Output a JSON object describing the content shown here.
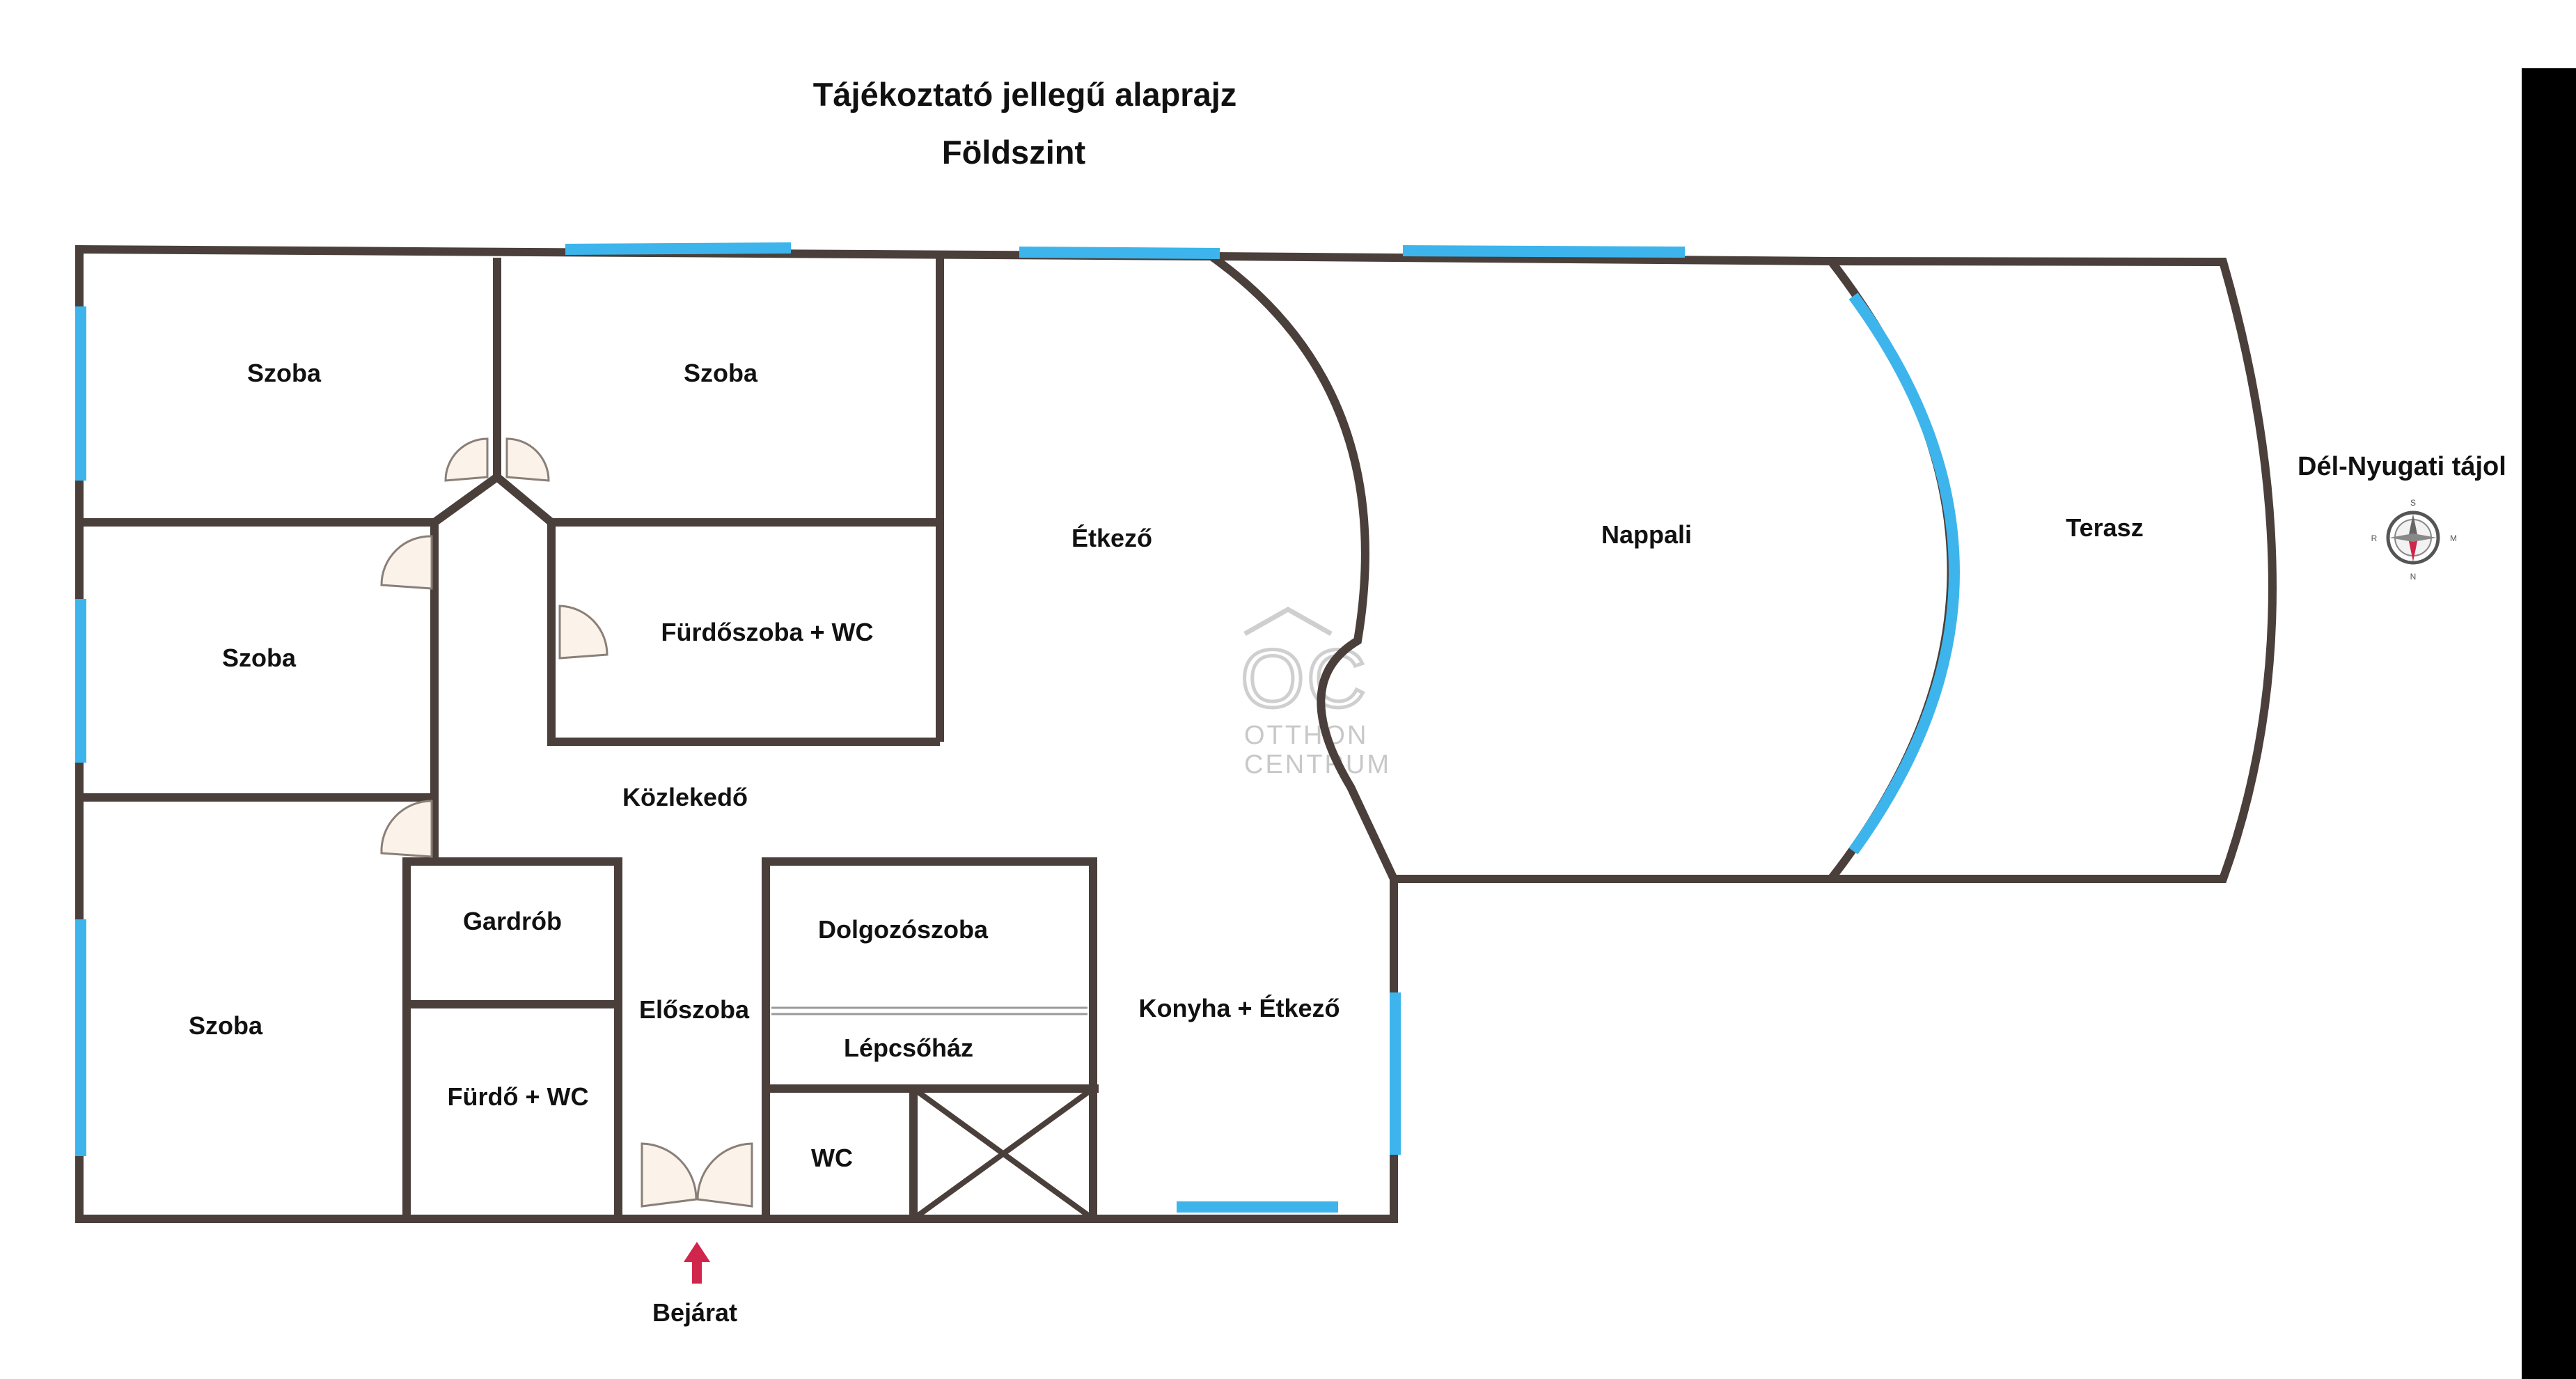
{
  "header": {
    "title": "Tájékoztató jellegű alaprajz",
    "level": "Földszint"
  },
  "rooms": {
    "szoba_1": "Szoba",
    "szoba_2": "Szoba",
    "szoba_3": "Szoba",
    "szoba_4": "Szoba",
    "furdoszoba_wc": "Fürdőszoba + WC",
    "etkezo": "Étkező",
    "nappali": "Nappali",
    "terasz": "Terasz",
    "kozlekedo": "Közlekedő",
    "gardrob": "Gardrób",
    "eloszoba": "Előszoba",
    "furdo_wc": "Fürdő + WC",
    "dolgozoszoba": "Dolgozószoba",
    "lepcsohaz": "Lépcsőház",
    "wc": "WC",
    "konyha_etkezo": "Konyha + Étkező"
  },
  "orientation": {
    "label": "Dél-Nyugati tájol",
    "compass_letters": {
      "top": "S",
      "right": "M",
      "bottom": "N",
      "left": "R"
    }
  },
  "entrance": {
    "label": "Bejárat"
  },
  "watermark": {
    "logo": "OC",
    "line1": "OTTHON",
    "line2": "CENTRUM"
  },
  "colors": {
    "wall": "#4a3f3a",
    "window": "#3db5ec",
    "door_fill": "#fbf3ea",
    "arrow": "#d0264b",
    "watermark": "#c8c8c8"
  }
}
